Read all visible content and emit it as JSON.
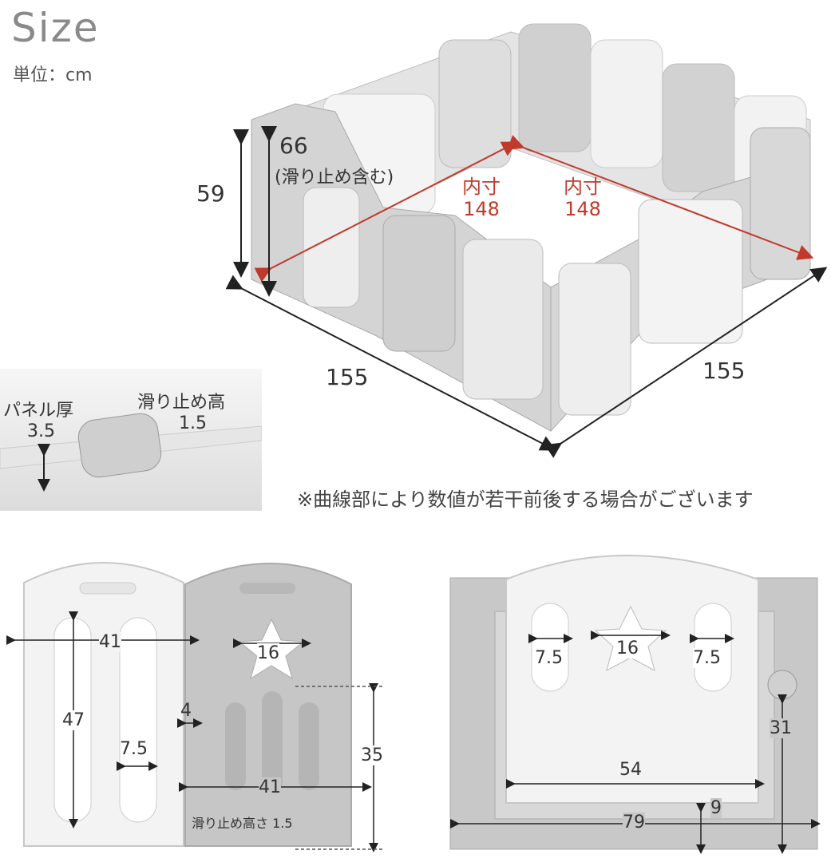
{
  "header": {
    "title": "Size",
    "unit_label": "単位：cm"
  },
  "playpen": {
    "height_label": "59",
    "height_with_stopper_value": "66",
    "height_with_stopper_note": "(滑り止め含む)",
    "inner_left_label": "内寸",
    "inner_left_value": "148",
    "inner_right_label": "内寸",
    "inner_right_value": "148",
    "outer_left": "155",
    "outer_right": "155"
  },
  "inset": {
    "panel_thickness_label": "パネル厚",
    "panel_thickness_value": "3.5",
    "stopper_height_label": "滑り止め高",
    "stopper_height_value": "1.5"
  },
  "note": "※曲線部により数値が若干前後する場合がございます",
  "panels": {
    "width_a": "41",
    "star_width": "16",
    "height": "47",
    "gap": "4",
    "slot_width": "7.5",
    "lower_height": "35",
    "width_b": "41",
    "stopper_label": "滑り止め高さ 1.5"
  },
  "door": {
    "slot_left": "7.5",
    "star": "16",
    "slot_right": "7.5",
    "latch_height": "31",
    "inner_width": "54",
    "bottom_gap": "9",
    "outer_width": "79"
  },
  "colors": {
    "panel_light": "#f1f1f1",
    "panel_grey": "#c4c4c4",
    "inner_red": "#c0392b",
    "dim_line": "#222222"
  }
}
